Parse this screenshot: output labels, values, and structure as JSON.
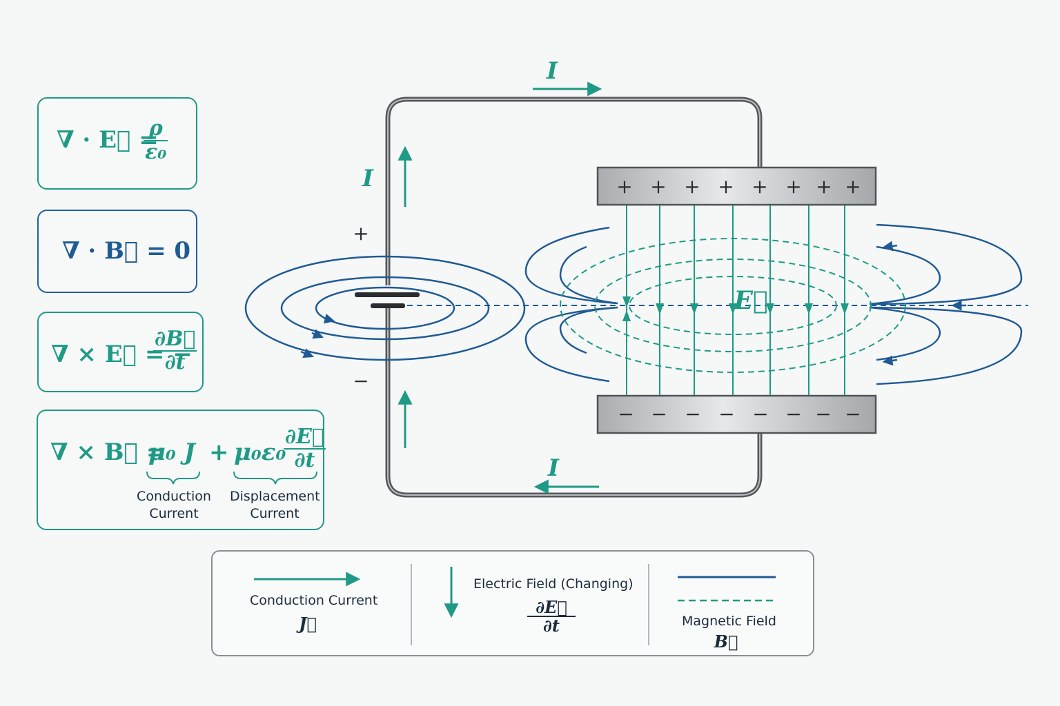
{
  "equations": {
    "gauss_e": {
      "lhs": "∇ · E⃗ =",
      "num": "ρ",
      "den": "ε₀"
    },
    "gauss_b": {
      "text": "∇ · B⃗ = 0"
    },
    "faraday": {
      "lhs": "∇ × E⃗ = −",
      "num": "∂B⃗",
      "den": "∂t"
    },
    "ampere": {
      "lhs": "∇ × B⃗ =",
      "term1": "μ₀ J",
      "plus": "+",
      "term2": "μ₀ε₀",
      "num": "∂E⃗",
      "den": "∂t",
      "label1_line1": "Conduction",
      "label1_line2": "Current",
      "label2_line1": "Displacement",
      "label2_line2": "Current"
    }
  },
  "circuit": {
    "current_top": "I",
    "current_left": "I",
    "current_bottom": "I",
    "battery_plus": "+",
    "battery_minus": "−",
    "field_label": "E⃗",
    "plate_top_sign": "+",
    "plate_bottom_sign": "−"
  },
  "legend": {
    "conduction_label": "Conduction Current",
    "conduction_symbol": "J⃗",
    "efield_label": "Electric Field (Changing)",
    "efield_num": "∂E⃗",
    "efield_den": "∂t",
    "magnetic_label": "Magnetic Field",
    "magnetic_symbol": "B⃗"
  },
  "colors": {
    "teal": "#1e9a86",
    "navy": "#1f5a94",
    "wire": "#55595d",
    "plate": "#bfc2c4"
  }
}
